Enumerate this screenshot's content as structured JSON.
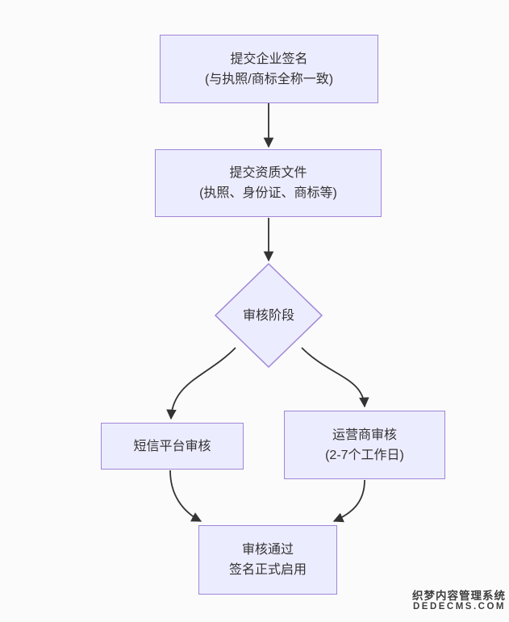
{
  "diagram": {
    "type": "flowchart",
    "nodes": {
      "submit_signature": {
        "shape": "rect",
        "lines": [
          "提交企业签名",
          "(与执照/商标全称一致)"
        ]
      },
      "submit_documents": {
        "shape": "rect",
        "lines": [
          "提交资质文件",
          "(执照、身份证、商标等)"
        ]
      },
      "review_stage": {
        "shape": "diamond",
        "label": "审核阶段"
      },
      "platform_review": {
        "shape": "rect",
        "lines": [
          "短信平台审核"
        ]
      },
      "operator_review": {
        "shape": "rect",
        "lines": [
          "运营商审核",
          "(2-7个工作日)"
        ]
      },
      "approved": {
        "shape": "rect",
        "lines": [
          "审核通过",
          "签名正式启用"
        ]
      }
    },
    "edges": [
      {
        "from": "submit_signature",
        "to": "submit_documents"
      },
      {
        "from": "submit_documents",
        "to": "review_stage"
      },
      {
        "from": "review_stage",
        "to": "platform_review"
      },
      {
        "from": "review_stage",
        "to": "operator_review"
      },
      {
        "from": "platform_review",
        "to": "approved"
      },
      {
        "from": "operator_review",
        "to": "approved"
      }
    ],
    "colors": {
      "node_fill": "#ECECFF",
      "node_border": "#9F86D6",
      "edge": "#333333",
      "text": "#333333",
      "background": "#FBFBFB"
    }
  },
  "watermark": {
    "line1": "织梦内容管理系统",
    "line2": "DEDECMS.COM",
    "color": "#3D3D3D"
  }
}
